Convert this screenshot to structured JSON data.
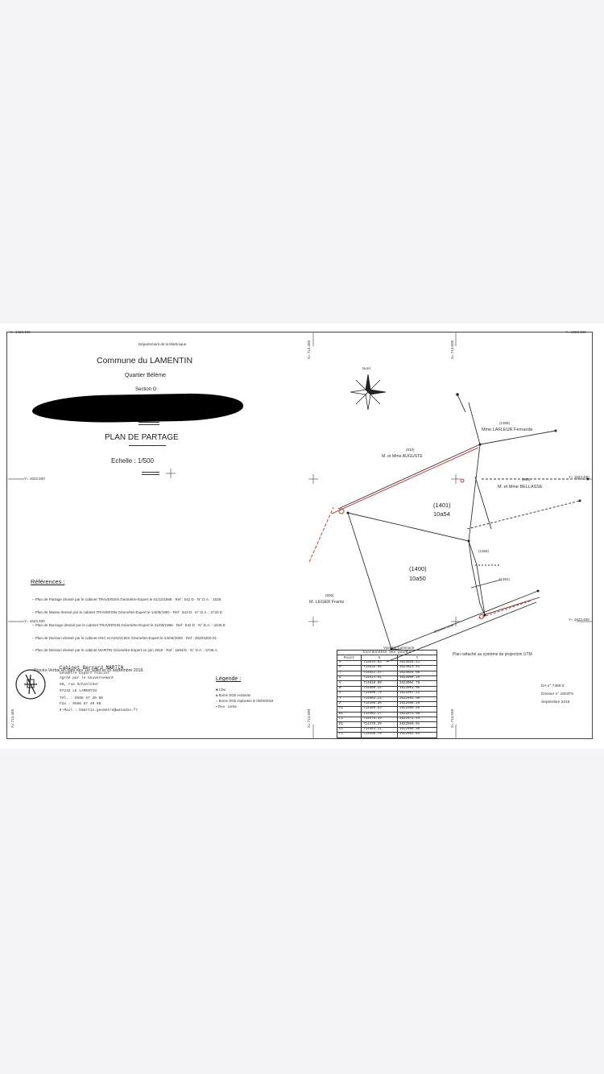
{
  "header": {
    "departement": "Département de la Martinique",
    "commune": "Commune du LAMENTIN",
    "quartier": "Quartier Bélème",
    "section": "Section  O",
    "plan_title": "PLAN DE PARTAGE",
    "echelle": "Echelle : 1/500"
  },
  "grid_labels": {
    "top_left": "Y= 1623.400",
    "top_right": "Y= 1623.600",
    "mid_left": "Y= 1623.400",
    "mid_right": "Y= 1623.400",
    "low_left": "Y= 1623.400",
    "low_right": "Y= 1623.400",
    "x_top_a": "X= 714.450",
    "x_top_b": "X= 714.500",
    "x_bottom_a": "X= 714.450",
    "x_bottom_b": "X= 714.500",
    "x_bottom_c": "X= 714.550",
    "north": "Nord"
  },
  "parcels": {
    "p1401": "(1401)",
    "p1401_area": "10a54",
    "p1400": "(1400)",
    "p1400_area": "10a50",
    "lafleur_num": "(1399)",
    "lafleur": "Mme LAFLEUR Fernande",
    "auguste_num": "(810)",
    "auguste": "M. et Mme AUGUSTE",
    "bellasse_num": "(965)",
    "bellasse": "M. et Mme BELLASSE",
    "p1366": "(1366)",
    "p1364": "(1364)",
    "leger_num": "(806)",
    "leger": "M. LEGER Frantz"
  },
  "references": {
    "title": "Références :",
    "items": [
      "– Plan de Partage dressé par le cabinet TRAVERSIN Géomètre-Expert le 01/12/1986 · Ref : 542 D · N° D.A. : 1636",
      "– Plan de Masse dressé par le cabinet TRAVERSIN Géomètre-Expert le 14/05/1991 · Ref : 542 D · N° D.A. : 2744 E",
      "– Plan de Bornage dressé par le cabinet TRAVERSIN Géomètre-Expert le 21/05/1996 · Ref : 542 D · N° D.A. : 4245 E",
      "– Plan de Division dressé par le cabinet HSC et ASSOCIES Géomètre-Expert le 24/06/2006 · Ref : 20204200-01",
      "– Plan de Division dressé par le cabinet MARTIN Géomètre-Expert en juin 2015 · Ref : 1504/S · N° D.A. : 5736 A"
    ],
    "proces_verbal": "Procès-Verbal en date des 1er juillet et 05 septembre 2018."
  },
  "legend": {
    "title": "Légende :",
    "items": [
      "Clou",
      "Borne OGE existante",
      "Borne OGE implantée le 05/09/2018",
      "Pieu · Limite"
    ]
  },
  "cabinet": {
    "name": "Cabinet Bernard MARTIN",
    "line1": "Géomètre Expert Foncier",
    "line2": "Agréé par le Gouvernement",
    "line3": "60, rue Schoelcher",
    "line4": "97232 LE LAMENTIN",
    "tel": "Tél. : 0596 57 30 08",
    "fax": "Fax : 0596 57 49 08",
    "email": "E-Mail : bmartin.geometre@wanadoo.fr"
  },
  "coords_table": {
    "title": "Coordonnées des points",
    "headers": [
      "Point",
      "X",
      "Y"
    ],
    "rows": [
      [
        "S",
        "714534.82",
        "1623025.21"
      ],
      [
        "M",
        "714526.90",
        "1623023.91"
      ],
      [
        "T",
        "714521.37",
        "1623015.05"
      ],
      [
        "U",
        "714514.61",
        "1623008.16"
      ],
      [
        "V",
        "714510.90",
        "1623004.76"
      ],
      [
        "W",
        "714509.25",
        "1623001.06"
      ],
      [
        "X",
        "714506.75",
        "1622997.21"
      ],
      [
        "Y",
        "714503.21",
        "1622991.30"
      ],
      [
        "Z",
        "714498.36",
        "1622985.26"
      ],
      [
        "A1",
        "714489.53",
        "1622980.05"
      ],
      [
        "B1",
        "714481.27",
        "1622975.58"
      ],
      [
        "C1",
        "714476.33",
        "1622972.44"
      ],
      [
        "D1",
        "714470.39",
        "1622969.01"
      ],
      [
        "E1",
        "714463.12",
        "1622965.90"
      ],
      [
        "F1",
        "714458.70",
        "1622961.84"
      ]
    ]
  },
  "projection_note": "Plan rattaché au système de projection UTM",
  "dossier": {
    "da": "DA n° 7459 Z",
    "dossier": "Dossier n° 1803T9",
    "date": "Septembre 2018"
  },
  "road_labels": {
    "road1": "Voie 3m Commune",
    "road2": "Chemin rural"
  },
  "colors": {
    "redaction": "#000000",
    "red_line": "#d23a3a",
    "ink": "#333333",
    "paper": "#ffffff",
    "background": "#f4f4f6"
  }
}
